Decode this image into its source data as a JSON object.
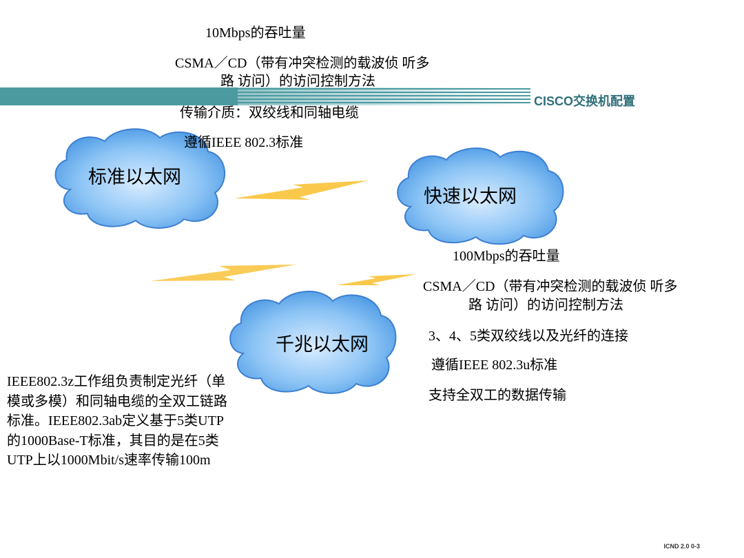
{
  "header": {
    "title": "CISCO交换机配置",
    "bar_color": "#4a9aa0"
  },
  "clouds": {
    "standard": "标准以太网",
    "fast": "快速以太网",
    "gigabit": "千兆以太网"
  },
  "standard_notes": [
    "10Mbps的吞吐量",
    "CSMA／CD（带有冲突检测的载波侦  听多",
    "路 访问）的访问控制方法",
    "传输介质：双绞线和同轴电缆",
    "遵循IEEE 802.3标准"
  ],
  "fast_notes": [
    "100Mbps的吞吐量",
    "CSMA／CD（带有冲突检测的载波侦  听多",
    "路 访问）的访问控制方法",
    "3、4、5类双绞线以及光纤的连接",
    "遵循IEEE 802.3u标准",
    "支持全双工的数据传输"
  ],
  "gigabit_note": "IEEE802.3z工作组负责制定光纤（单模或多模）和同轴电缆的全双工链路标准。IEEE802.3ab定义基于5类UTP的1000Base-T标准，其目的是在5类UTP上以1000Mbit/s速率传输100m",
  "footer": "ICND 2.0    0-3"
}
